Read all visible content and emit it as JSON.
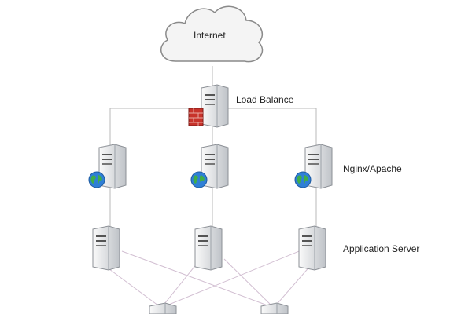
{
  "diagram": {
    "internet": {
      "label": "Internet"
    },
    "load_balancer": {
      "label": "Load Balance"
    },
    "web_tier": {
      "label": "Nginx/Apache"
    },
    "app_tier": {
      "label": "Application Server"
    }
  },
  "colors": {
    "line": "#b9b9b9",
    "mesh_line": "#d2bfd2",
    "cloud_fill": "#f4f4f4",
    "cloud_stroke": "#8a8a8a",
    "server_light": "#fafafa",
    "server_dark": "#bfc3c8",
    "firewall": "#c8332b",
    "globe_water": "#2f7fd6",
    "globe_land": "#3fae49"
  },
  "icons": {
    "cloud": "cloud-icon",
    "server": "server-icon",
    "firewall": "firewall-icon",
    "globe": "globe-icon"
  }
}
